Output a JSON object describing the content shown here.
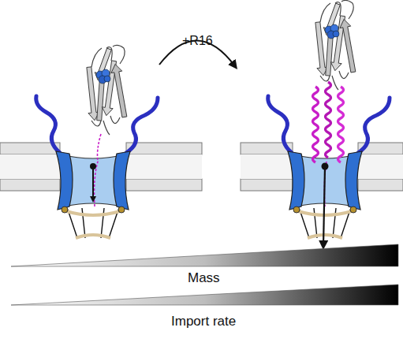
{
  "diagram": {
    "labels": [
      "+R16",
      "Mass",
      "Import rate"
    ]
  }
}
